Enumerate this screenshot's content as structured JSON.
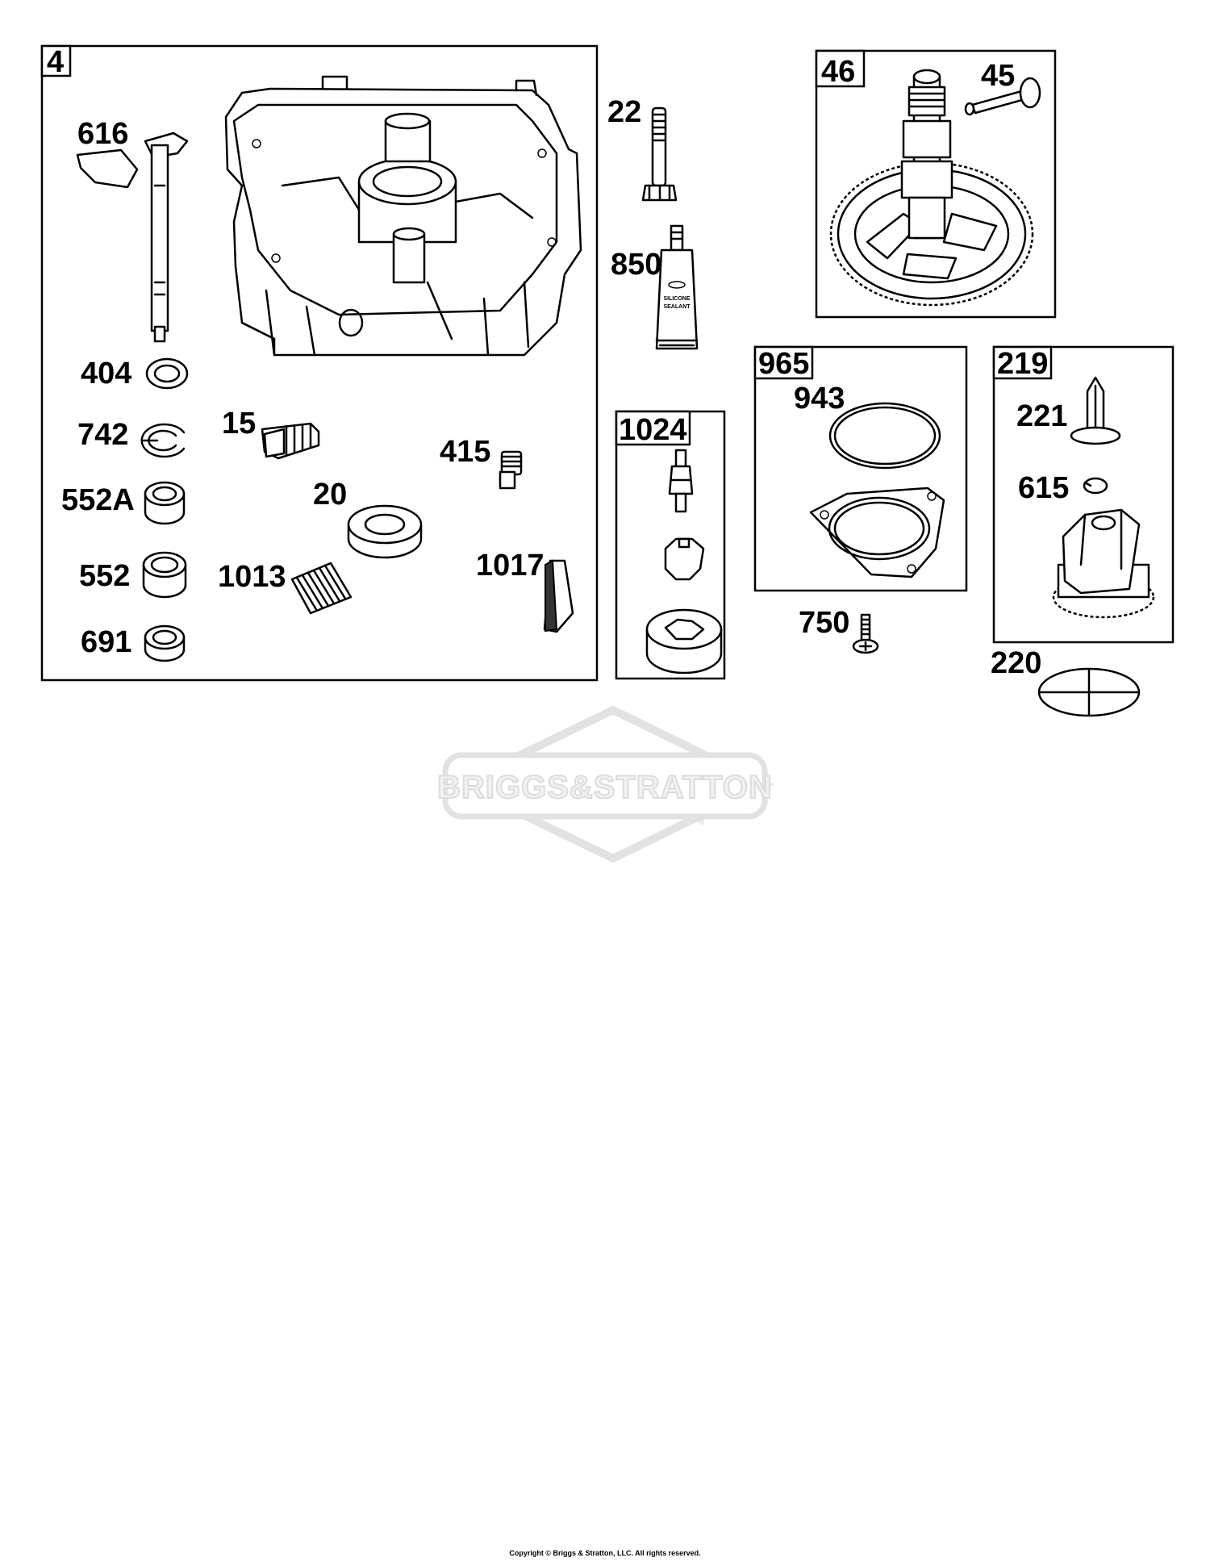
{
  "groups": [
    {
      "id": "4",
      "label": "4"
    },
    {
      "id": "46",
      "label": "46"
    },
    {
      "id": "1024",
      "label": "1024"
    },
    {
      "id": "965",
      "label": "965"
    },
    {
      "id": "219",
      "label": "219"
    }
  ],
  "callouts": {
    "c616": "616",
    "c404": "404",
    "c742": "742",
    "c552A": "552A",
    "c552": "552",
    "c691": "691",
    "c15": "15",
    "c20": "20",
    "c1013": "1013",
    "c415": "415",
    "c1017": "1017",
    "c22": "22",
    "c850": "850",
    "c45": "45",
    "c943": "943",
    "c750": "750",
    "c221": "221",
    "c615": "615",
    "c220": "220"
  },
  "sealant_tube": {
    "line1": "SILICONE",
    "line2": "SEALANT"
  },
  "watermark": {
    "text": "BRIGGS&STRATTON",
    "registered": "®"
  },
  "copyright": "Copyright © Briggs & Stratton, LLC. All rights reserved."
}
